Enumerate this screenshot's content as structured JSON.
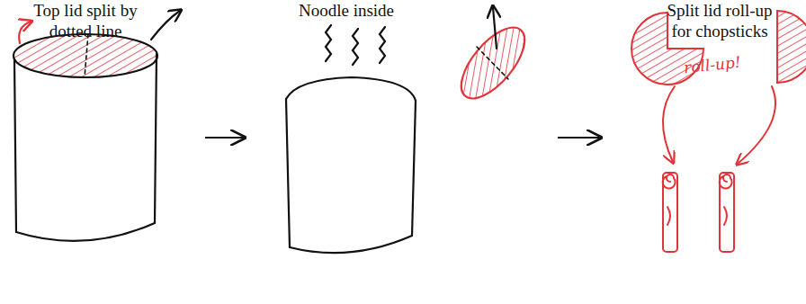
{
  "diagram": {
    "nodes": [
      {
        "text": [
          "Top lid split by dotted line"
        ]
      },
      {
        "text": [
          "Noodle inside"
        ]
      },
      {
        "text": [
          "Split lid roll-up for chopsticks"
        ]
      }
    ],
    "edges": [
      {
        "from": 0,
        "to": 1,
        "arrow": "to"
      },
      {
        "from": 1,
        "to": 2,
        "arrow": "to"
      }
    ],
    "labels": [
      "roll-up!"
    ]
  }
}
